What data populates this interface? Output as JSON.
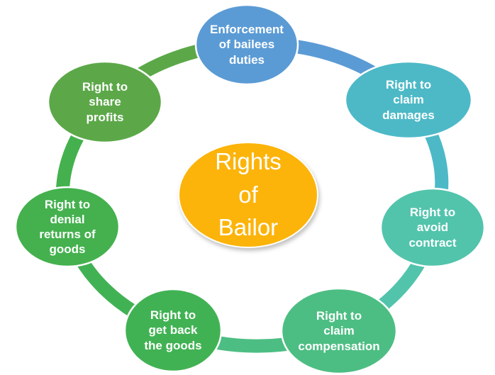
{
  "diagram": {
    "title": "Rights of Bailor",
    "background": "#FFFFFF",
    "text_color": "#FFFFFF",
    "center": {
      "id": "rights-of-bailor",
      "label": "Rights\nof\nBailor",
      "color": "#FCB40B"
    },
    "nodes": [
      {
        "id": "enforcement-of-bailees-duties",
        "label": "Enforcement\nof bailees\nduties",
        "color": "#5B9BD5"
      },
      {
        "id": "right-to-claim-damages",
        "label": "Right to\nclaim\ndamages",
        "color": "#4DB9C7"
      },
      {
        "id": "right-to-avoid-contract",
        "label": "Right to\navoid\ncontract",
        "color": "#52C4AC"
      },
      {
        "id": "right-to-claim-compensation",
        "label": "Right to\nclaim\ncompensation",
        "color": "#4DBE83"
      },
      {
        "id": "right-to-get-back-the-goods",
        "label": "Right to\nget back\nthe goods",
        "color": "#41B253"
      },
      {
        "id": "right-to-denial-returns-of-goods",
        "label": "Right to\ndenial\nreturns of\ngoods",
        "color": "#44B14E"
      },
      {
        "id": "right-to-share-profits",
        "label": "Right to\nshare\nprofits",
        "color": "#5CA849"
      }
    ],
    "segments": [
      {
        "from": "right-to-share-profits",
        "to": "enforcement-of-bailees-duties",
        "color": "#5CA849"
      },
      {
        "from": "enforcement-of-bailees-duties",
        "to": "right-to-claim-damages",
        "color": "#5B9BD5"
      },
      {
        "from": "right-to-claim-damages",
        "to": "right-to-avoid-contract",
        "color": "#4DB9C7"
      },
      {
        "from": "right-to-avoid-contract",
        "to": "right-to-claim-compensation",
        "color": "#52C4AC"
      },
      {
        "from": "right-to-claim-compensation",
        "to": "right-to-get-back-the-goods",
        "color": "#4DBE83"
      },
      {
        "from": "right-to-get-back-the-goods",
        "to": "right-to-denial-returns-of-goods",
        "color": "#41B253"
      },
      {
        "from": "right-to-denial-returns-of-goods",
        "to": "right-to-share-profits",
        "color": "#44B14E"
      }
    ]
  }
}
